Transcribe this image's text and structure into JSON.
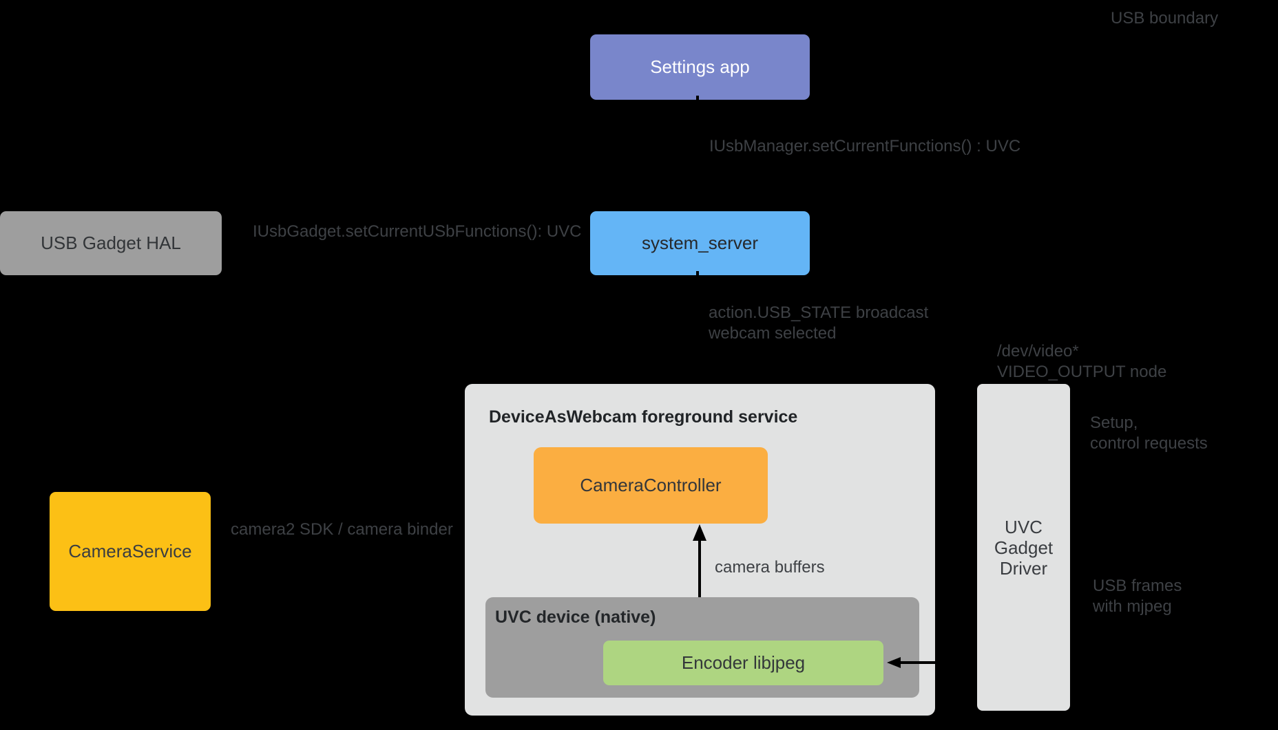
{
  "colors": {
    "background": "#000000",
    "annotation_text": "#3E4145",
    "settings_app_bg": "#7986CB",
    "settings_app_text": "#FFFFFF",
    "system_server_bg": "#64B5F6",
    "usb_gadget_hal_bg": "#9E9E9E",
    "camera_service_bg": "#FCC015",
    "camera_controller_bg": "#FBAE41",
    "encoder_bg": "#AED581",
    "daw_container_bg": "#E1E2E2",
    "uvc_device_bg": "#9E9E9E",
    "uvc_gadget_driver_bg": "#E1E2E2",
    "arrow": "#000000"
  },
  "nodes": {
    "settings_app": "Settings app",
    "usb_gadget_hal": "USB Gadget HAL",
    "system_server": "system_server",
    "camera_service": "CameraService",
    "daw_header": "DeviceAsWebcam foreground service",
    "camera_controller": "CameraController",
    "uvc_device_header": "UVC device (native)",
    "encoder": "Encoder libjpeg",
    "uvc_gadget_driver_lines": [
      "UVC",
      "Gadget",
      "Driver"
    ]
  },
  "annotations": {
    "usb_boundary": "USB boundary",
    "iusbmanager": "IUsbManager.setCurrentFunctions() : UVC",
    "iusbgadget": "IUsbGadget.setCurrentUSbFunctions(): UVC",
    "usb_state_lines": [
      "action.USB_STATE broadcast",
      "webcam selected"
    ],
    "dev_video_lines": [
      "/dev/video*",
      "VIDEO_OUTPUT node"
    ],
    "setup_lines": [
      "Setup,",
      "control requests"
    ],
    "usb_frames_lines": [
      "USB frames",
      "with mjpeg"
    ],
    "camera2_sdk": "camera2 SDK / camera binder",
    "camera_buffers": "camera buffers"
  }
}
